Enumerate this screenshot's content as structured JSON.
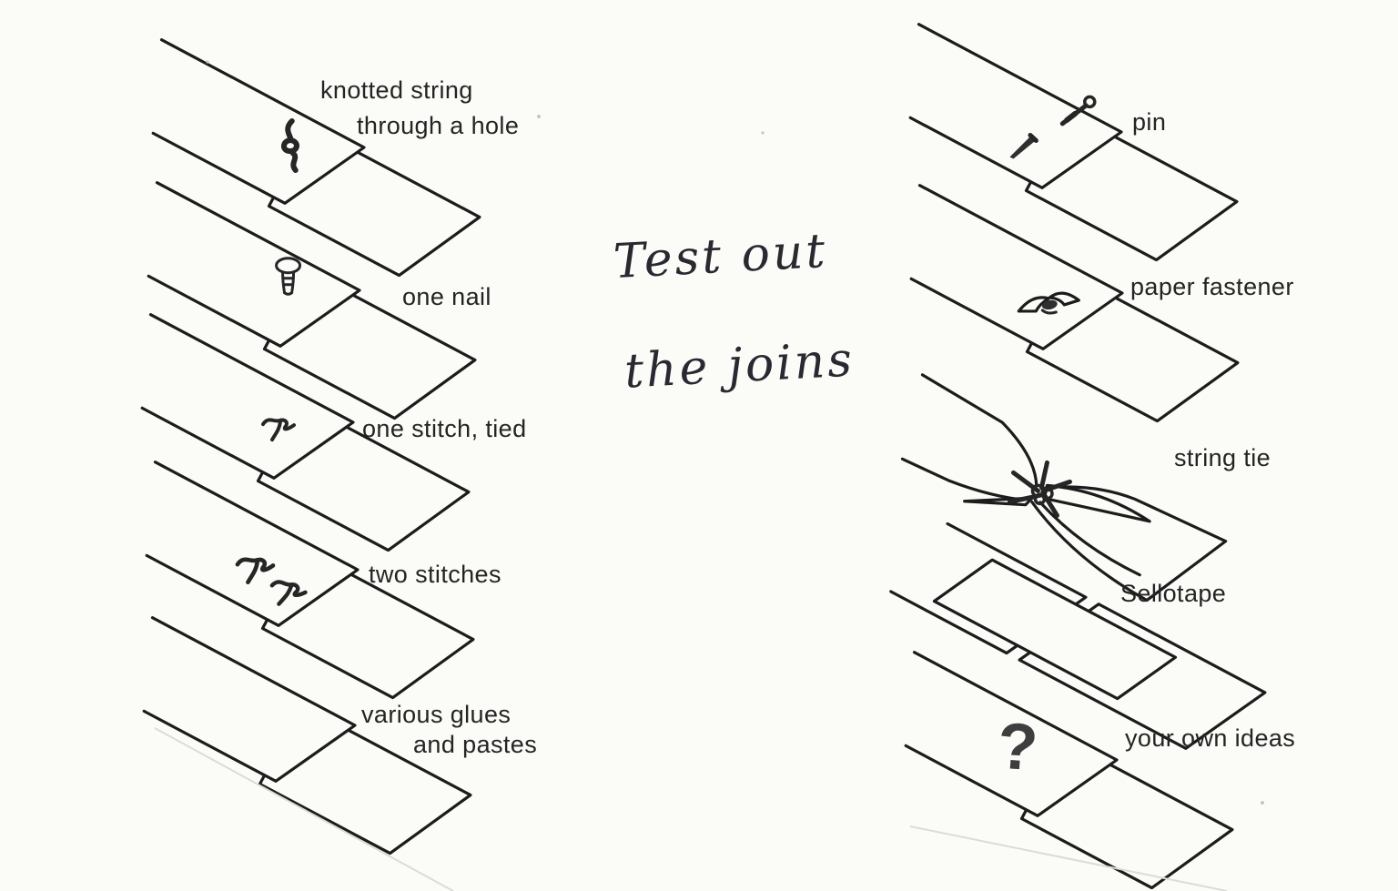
{
  "handwriting": {
    "line1": "Test out",
    "line2": "the joins"
  },
  "labels": {
    "knotted_line1": "knotted string",
    "knotted_line2": "through a hole",
    "one_nail": "one nail",
    "one_stitch": "one stitch, tied",
    "two_stitches": "two stitches",
    "glues_line1": "various glues",
    "glues_line2": "and pastes",
    "pin": "pin",
    "paper_fastener": "paper fastener",
    "string_tie": "string tie",
    "sellotape": "Sellotape",
    "own_ideas": "your own ideas",
    "question_mark": "?"
  },
  "icons": [
    "knot-icon",
    "nail-icon",
    "stitch-icon",
    "two-stitches-icon",
    "pin-icon",
    "lying-pin-icon",
    "paper-fastener-icon",
    "string-knot-icon",
    "tape-icon",
    "question-mark-icon"
  ],
  "colors": {
    "ink": "#1c1c1c",
    "paper": "#fbfbf8",
    "icon_ink": "#2f2f2f"
  }
}
